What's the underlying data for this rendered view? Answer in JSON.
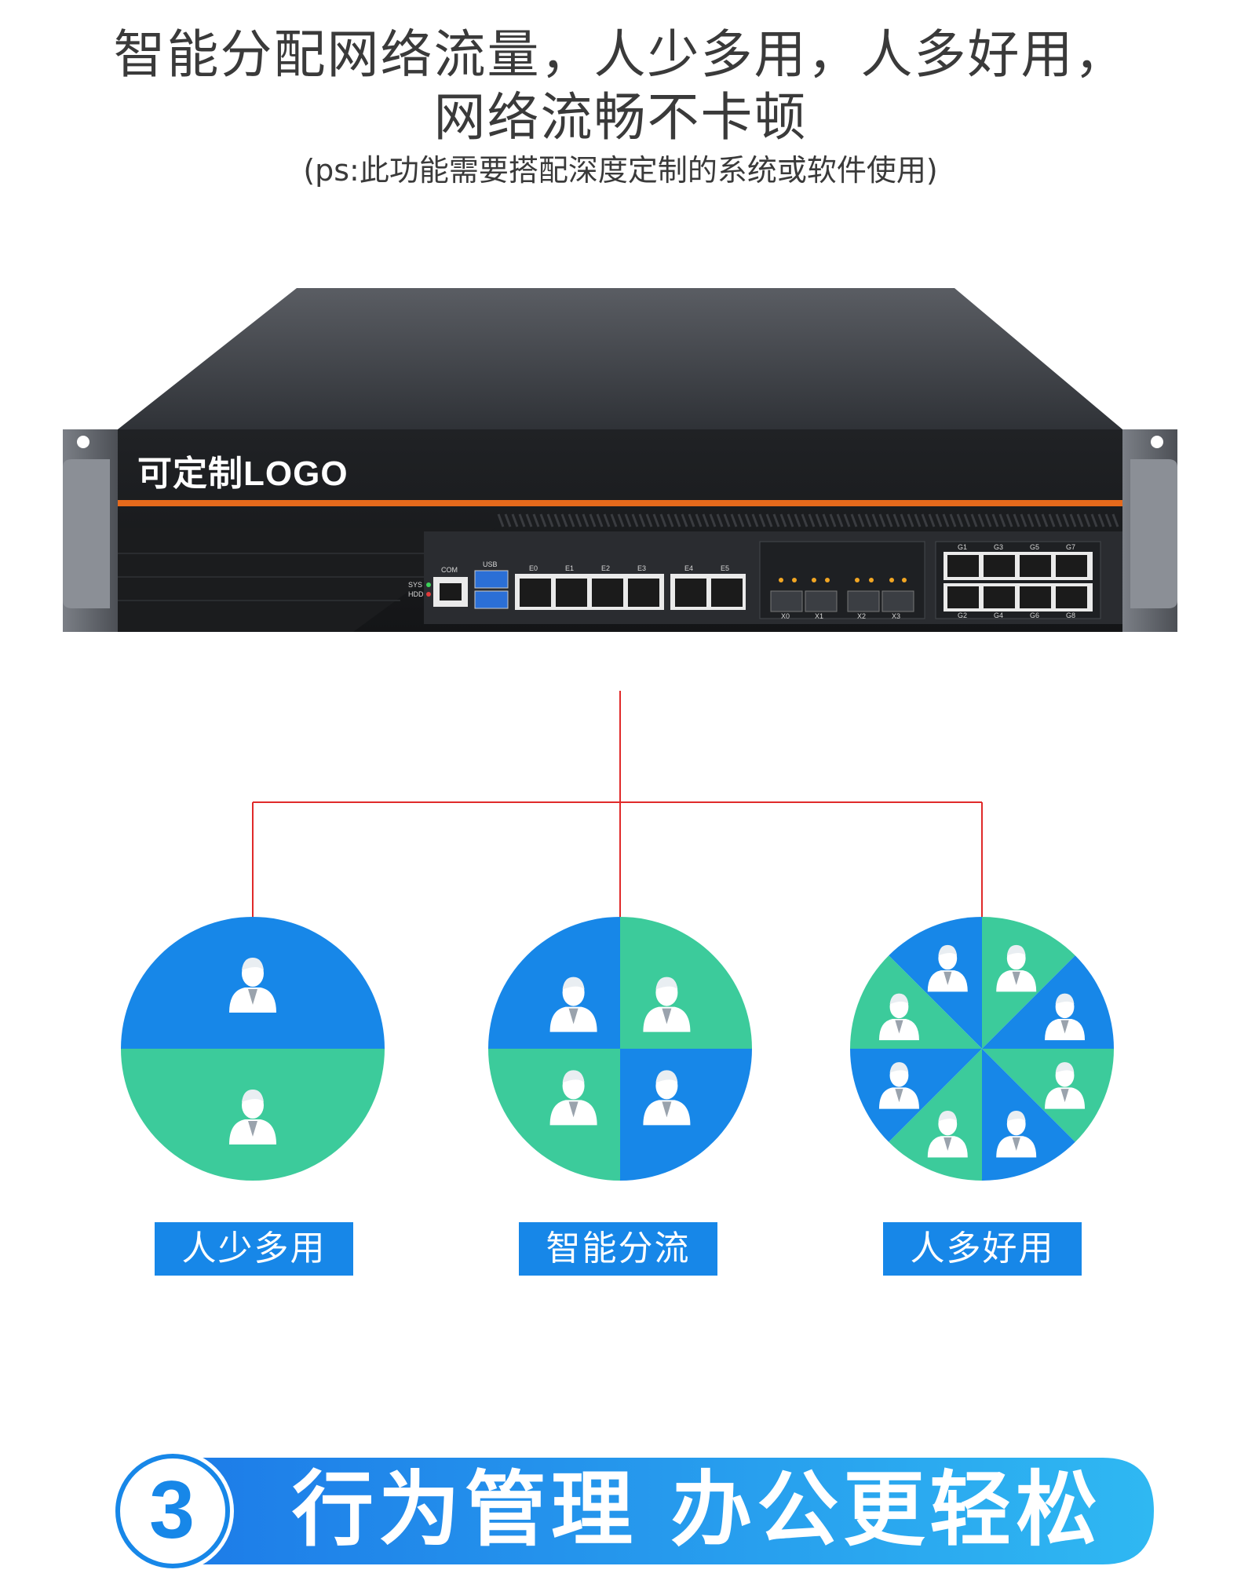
{
  "headline": {
    "line1": "智能分配网络流量，人少多用，人多好用，",
    "line2": "网络流畅不卡顿",
    "note": "(ps:此功能需要搭配深度定制的系统或软件使用)"
  },
  "device": {
    "logo": "可定制LOGO",
    "labels": {
      "sys": "SYS",
      "hdd": "HDD",
      "com": "COM",
      "usb": "USB",
      "e0": "E0",
      "e1": "E1",
      "e2": "E2",
      "e3": "E3",
      "e4": "E4",
      "e5": "E5",
      "x0": "X0",
      "x1": "X1",
      "x2": "X2",
      "x3": "X3",
      "g1": "G1",
      "g2": "G2",
      "g3": "G3",
      "g4": "G4",
      "g5": "G5",
      "g6": "G6",
      "g7": "G7",
      "g8": "G8"
    }
  },
  "groups": [
    {
      "label": "人少多用",
      "segments": 2
    },
    {
      "label": "智能分流",
      "segments": 4
    },
    {
      "label": "人多好用",
      "segments": 8
    }
  ],
  "colors": {
    "blue": "#1787e8",
    "green": "#3ccb9b",
    "line": "#e02a2a",
    "bar": "#e66a1c"
  },
  "banner": {
    "number": "3",
    "title": "行为管理 办公更轻松"
  }
}
